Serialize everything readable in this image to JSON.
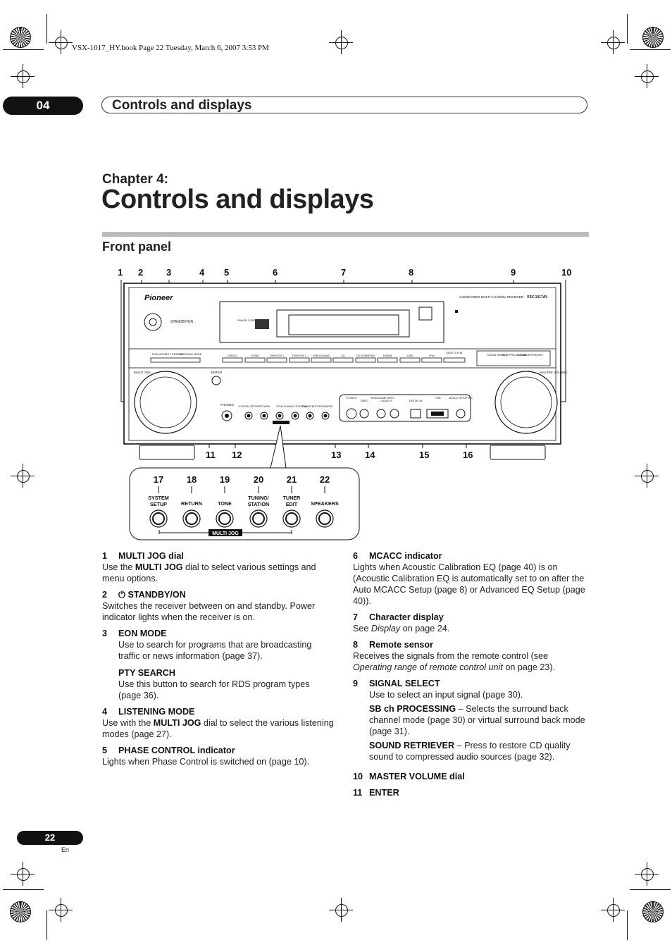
{
  "print_header": "VSX-1017_HY.book  Page 22  Tuesday, March 6, 2007  3:53 PM",
  "chapter_number": "04",
  "running_header": "Controls and displays",
  "chapter_label": "Chapter 4:",
  "chapter_title": "Controls and displays",
  "section_title": "Front panel",
  "diagram": {
    "top_callouts": [
      "1",
      "2",
      "3",
      "4",
      "5",
      "6",
      "7",
      "8",
      "9",
      "10"
    ],
    "bottom_callouts": [
      "11",
      "12",
      "13",
      "14",
      "15",
      "16"
    ],
    "inset_callouts": [
      "17",
      "18",
      "19",
      "20",
      "21",
      "22"
    ],
    "brand": "Pioneer",
    "model_text": "AUDIO/VIDEO MULTI-CHANNEL RECEIVER",
    "model": "VSX-1017AV",
    "standby_label": "STANDBY/ON",
    "phase_label": "PHASE CONTROL",
    "multi_jog": "MULTI JOG",
    "enter": "ENTER",
    "master_volume": "MASTER VOLUME",
    "phones": "PHONES",
    "left_buttons": [
      "EON MODE",
      "PTY SEARCH",
      "LISTENING MODE"
    ],
    "input_buttons": [
      "DVD/LD",
      "TV/SAT",
      "DVR/VCR 1",
      "DVR/VCR 2",
      "VIDEO/GAME",
      "CD",
      "CD-R/TAPE/MD",
      "FM/AM",
      "USB",
      "iPod"
    ],
    "multi_ch_in": "MULTI CH IN",
    "right_buttons": [
      "SIGNAL SELECT",
      "SB ch PROCESSING",
      "SOUND RETRIEVER"
    ],
    "small_knobs": [
      "SYSTEM SETUP",
      "RETURN",
      "TONE",
      "TUNING/ STATION",
      "TUNER EDIT",
      "SPEAKERS"
    ],
    "jack_labels": [
      "S-VIDEO",
      "VIDEO",
      "VIDEO/GAME INPUT",
      "L AUDIO R",
      "DIGITAL IN",
      "USB",
      "MCACC SETUP MIC"
    ],
    "inset_labels": [
      "SYSTEM SETUP",
      "RETURN",
      "TONE",
      "TUNING/ STATION",
      "TUNER EDIT",
      "SPEAKERS"
    ],
    "inset_multi_jog": "MULTI JOG"
  },
  "left_column": [
    {
      "num": "1",
      "title": "MULTI JOG dial",
      "text_before": "Use the ",
      "bold": "MULTI JOG",
      "text_after": " dial to select various settings and menu options."
    },
    {
      "num": "2",
      "title": "⏻ STANDBY/ON",
      "text": "Switches the receiver between on and standby. Power indicator lights when the receiver is on."
    },
    {
      "num": "3",
      "title": "EON MODE",
      "sub_text": "Use to search for programs that are broadcasting traffic or news information (page 37).",
      "sub_title": "PTY SEARCH",
      "sub_text2": "Use this button to search for RDS program types (page 36)."
    },
    {
      "num": "4",
      "title": "LISTENING MODE",
      "text_before": "Use with the ",
      "bold": "MULTI JOG",
      "text_after": " dial to select the various listening modes (page 27)."
    },
    {
      "num": "5",
      "title": "PHASE CONTROL indicator",
      "text": "Lights when Phase Control is switched on (page 10)."
    }
  ],
  "right_column": [
    {
      "num": "6",
      "title": "MCACC indicator",
      "text": "Lights when Acoustic Calibration EQ (page 40) is on (Acoustic Calibration EQ is automatically set to on after the Auto MCACC Setup (page 8) or Advanced EQ Setup (page 40))."
    },
    {
      "num": "7",
      "title": "Character display",
      "text_before": "See ",
      "italic": "Display",
      "text_after": " on page 24."
    },
    {
      "num": "8",
      "title": "Remote sensor",
      "text_before": "Receives the signals from the remote control (see ",
      "italic": "Operating range of remote control unit",
      "text_after": " on page 23)."
    },
    {
      "num": "9",
      "title": "SIGNAL SELECT",
      "text": "Use to select an input signal (page 30).",
      "sub1_bold": "SB ch PROCESSING",
      "sub1_text": " – Selects the surround back channel mode (page 30) or virtual surround back mode (page 31).",
      "sub2_bold": "SOUND RETRIEVER",
      "sub2_text": " – Press to restore CD quality sound to compressed audio sources (page 32)."
    },
    {
      "num": "10",
      "title": "MASTER VOLUME dial"
    },
    {
      "num": "11",
      "title": "ENTER"
    }
  ],
  "page_number": "22",
  "language": "En"
}
